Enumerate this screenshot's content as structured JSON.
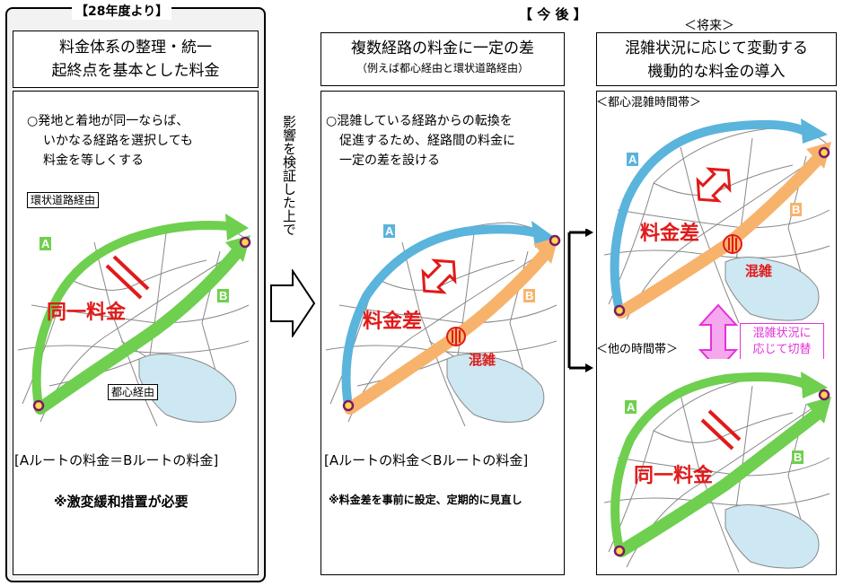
{
  "left": {
    "header": "【28年度より】",
    "title_line1": "料金体系の整理・統一",
    "title_line2": "起終点を基本とした料金",
    "bullet_line1": "○発地と着地が同一ならば、",
    "bullet_line2": "いかなる経路を選択しても",
    "bullet_line3": "料金を等しくする",
    "tag_ring": "環状道路経由",
    "tag_center": "都心経由",
    "label_same_fee": "同一料金",
    "label_a": "A",
    "label_b": "B",
    "formula": "[Aルートの料金＝Bルートの料金]",
    "note": "※激変緩和措置が必要"
  },
  "arrow_text": "影響を検証した上で",
  "middle": {
    "header": "【 今 後 】",
    "title_line1": "複数経路の料金に一定の差",
    "title_line2": "（例えば都心経由と環状道路経由）",
    "bullet_line1": "○混雑している経路からの転換を",
    "bullet_line2": "促進するため、経路間の料金に",
    "bullet_line3": "一定の差を設ける",
    "label_fee_diff": "料金差",
    "label_congestion": "混雑",
    "label_a": "A",
    "label_b": "B",
    "formula": "[Aルートの料金＜Bルートの料金]",
    "note": "※料金差を事前に設定、定期的に見直し"
  },
  "right": {
    "header": "＜将来＞",
    "title_line1": "混雑状況に応じて変動する",
    "title_line2": "機動的な料金の導入",
    "peak_label": "＜都心混雑時間帯＞",
    "offpeak_label": "＜他の時間帯＞",
    "switch_line1": "混雑状況に",
    "switch_line2": "応じて切替",
    "label_fee_diff": "料金差",
    "label_congestion": "混雑",
    "label_same_fee": "同一料金",
    "label_a": "A",
    "label_b": "B"
  },
  "colors": {
    "green": "#6fcf4f",
    "blue": "#5ab4dc",
    "orange": "#f7b36b",
    "red": "#e11a1a",
    "magenta": "#e233d8",
    "lake": "#cde8f2"
  }
}
